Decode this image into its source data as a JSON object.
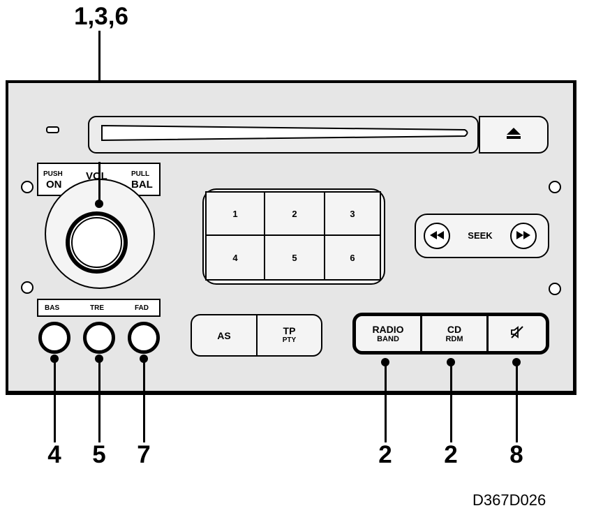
{
  "callouts": {
    "top": "1,3,6",
    "bas": "4",
    "tre": "5",
    "fad": "7",
    "radio": "2",
    "cd": "2",
    "mute": "8"
  },
  "volume_panel": {
    "push": "PUSH",
    "on": "ON",
    "vol": "VOL",
    "pull": "PULL",
    "bal": "BAL"
  },
  "tone_panel": {
    "bas": "BAS",
    "tre": "TRE",
    "fad": "FAD"
  },
  "presets": [
    "1",
    "2",
    "3",
    "4",
    "5",
    "6"
  ],
  "seek": {
    "label": "SEEK",
    "back_icon": "rewind-icon",
    "fwd_icon": "fast-forward-icon"
  },
  "as_tp": {
    "as": "AS",
    "tp": "TP",
    "pty": "PTY"
  },
  "source": {
    "radio": "RADIO",
    "band": "BAND",
    "cd": "CD",
    "rdm": "RDM",
    "mute_icon": "speaker-mute-icon"
  },
  "eject_icon": "eject-icon",
  "figure_id": "D367D026"
}
